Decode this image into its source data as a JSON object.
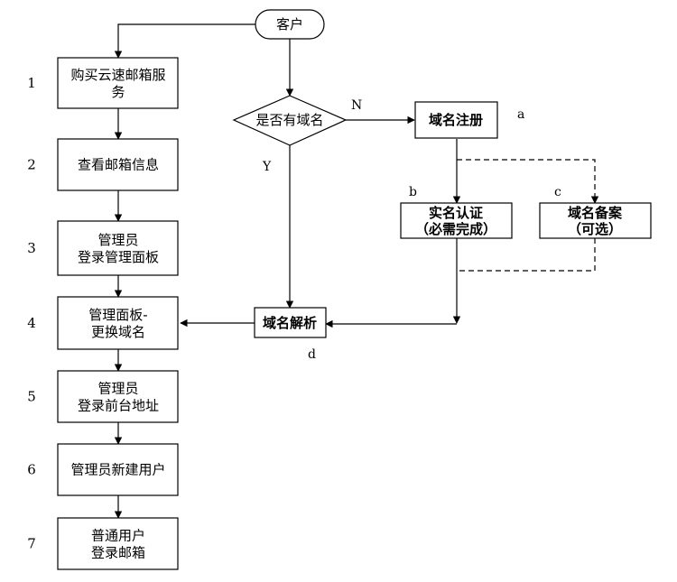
{
  "start": "客户",
  "decision": "是否有域名",
  "branch_no": "N",
  "branch_yes": "Y",
  "domain_register": "域名注册",
  "real_name_line1": "实名认证",
  "real_name_line2": "（必需完成）",
  "filing_line1": "域名备案",
  "filing_line2": "（可选）",
  "domain_resolve": "域名解析",
  "marks": {
    "a": "a",
    "b": "b",
    "c": "c",
    "d": "d"
  },
  "steps": [
    {
      "num": "1",
      "line1": "购买云速邮箱服",
      "line2": "务"
    },
    {
      "num": "2",
      "line1": "查看邮箱信息",
      "line2": ""
    },
    {
      "num": "3",
      "line1": "管理员",
      "line2": "登录管理面板"
    },
    {
      "num": "4",
      "line1": "管理面板-",
      "line2": "更换域名"
    },
    {
      "num": "5",
      "line1": "管理员",
      "line2": "登录前台地址"
    },
    {
      "num": "6",
      "line1": "管理员新建用户",
      "line2": ""
    },
    {
      "num": "7",
      "line1": "普通用户",
      "line2": "登录邮箱"
    }
  ]
}
